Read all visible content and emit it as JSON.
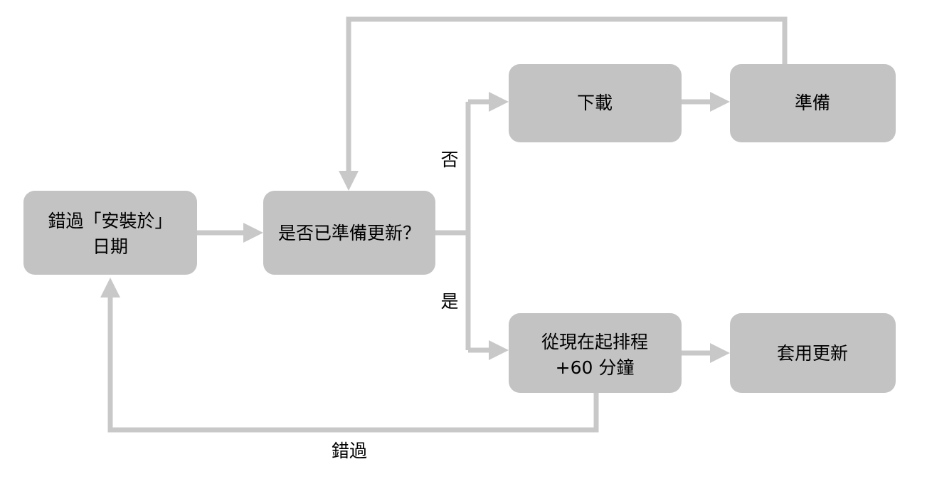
{
  "diagram": {
    "type": "flowchart",
    "title": "",
    "background_color": "#ffffff",
    "node_fill_color": "#c3c3c3",
    "connector_color": "#c8c8c8",
    "text_color": "#000000",
    "nodes": [
      {
        "id": "missed-install-by-date",
        "label_line1": "錯過「安裝於」",
        "label_line2": "日期",
        "lines": 2
      },
      {
        "id": "is-update-ready",
        "label_line1": "是否已準備更新？",
        "label_line2": "",
        "lines": 1
      },
      {
        "id": "download",
        "label_line1": "下載",
        "label_line2": "",
        "lines": 1
      },
      {
        "id": "prepare",
        "label_line1": "準備",
        "label_line2": "",
        "lines": 1
      },
      {
        "id": "schedule-plus-60",
        "label_line1": "從現在起排程",
        "label_line2": "+60 分鐘",
        "lines": 2
      },
      {
        "id": "apply-update",
        "label_line1": "套用更新",
        "label_line2": "",
        "lines": 1
      }
    ],
    "edge_labels": [
      {
        "id": "branch-no",
        "label": "否"
      },
      {
        "id": "branch-yes",
        "label": "是"
      },
      {
        "id": "loop-missed",
        "label": "錯過"
      }
    ]
  }
}
